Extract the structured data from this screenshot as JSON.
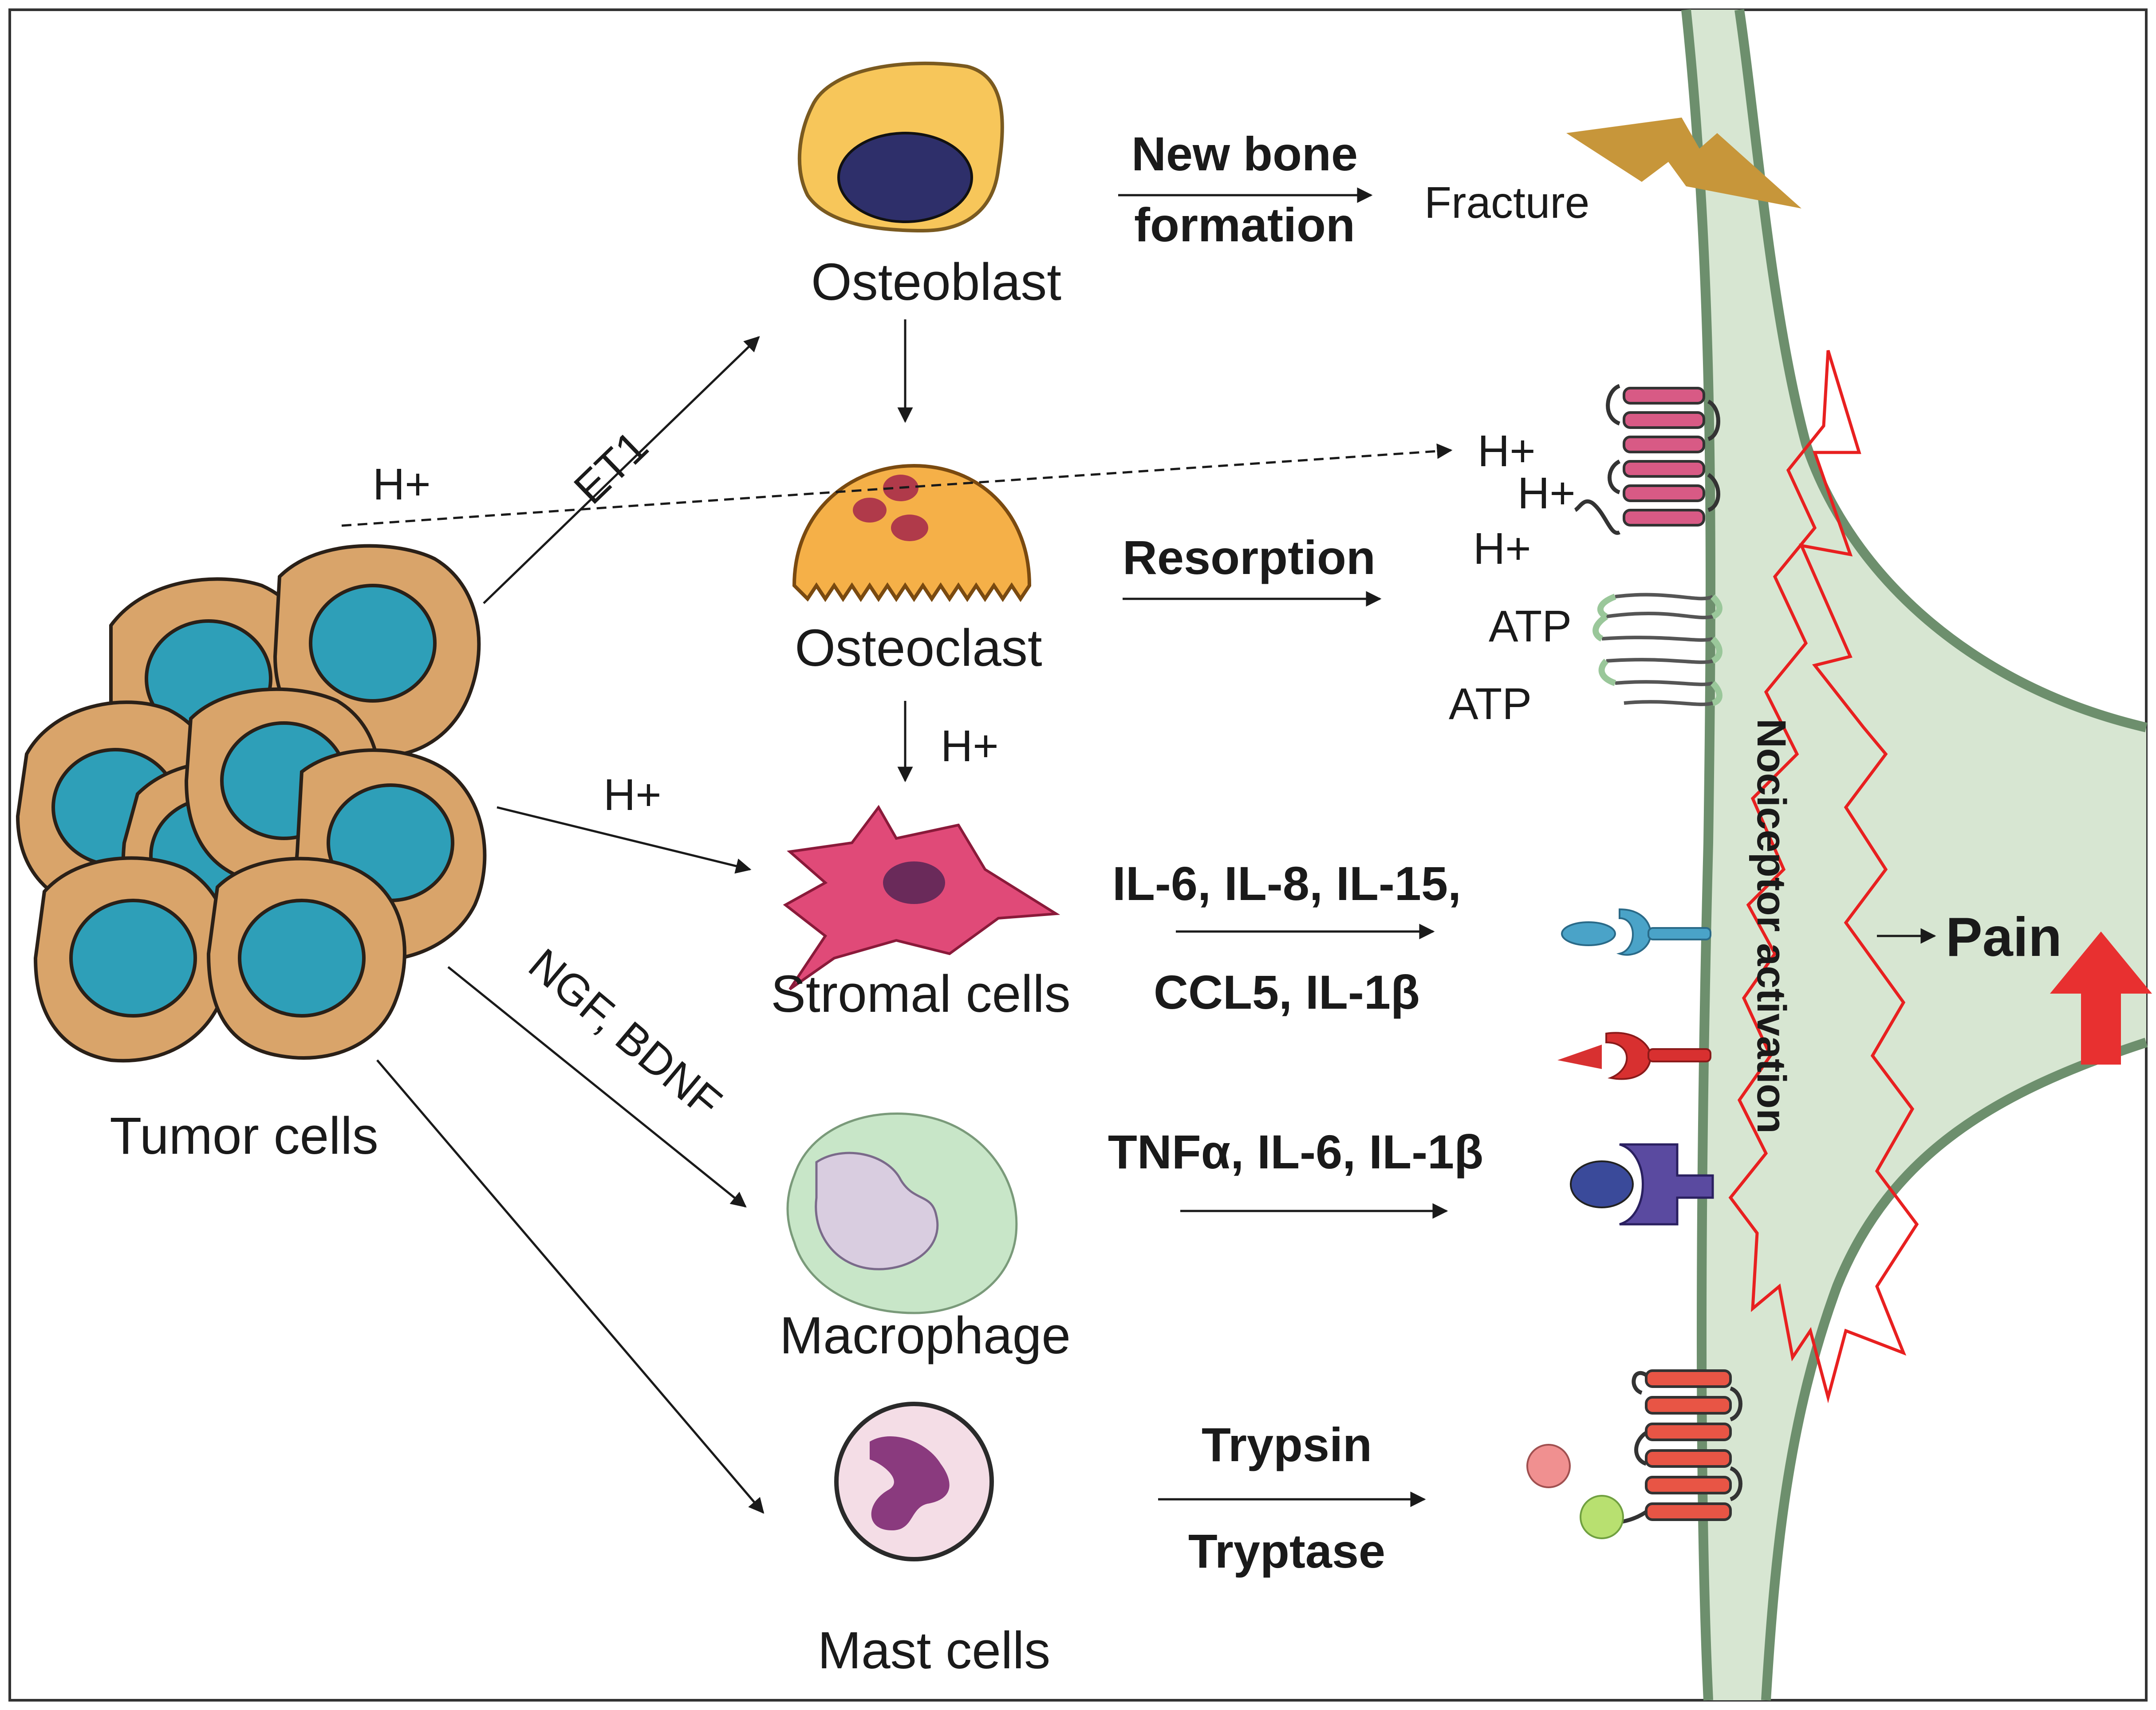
{
  "colors": {
    "tumor_body": "#d9a46a",
    "tumor_nucleus": "#2e9fb8",
    "osteoblast": "#f7c65a",
    "osteoclast": "#f5b048",
    "stromal": "#e04a78",
    "macrophage": "#c8e6c8",
    "mast": "#f4dde6",
    "mast_nucleus": "#8a3a7e",
    "nociceptor_fill": "#d7e6d2",
    "nociceptor_edge": "#7a9a7a",
    "nociceptor_signal": "#e82020",
    "lightning": "#c7963a",
    "pain_arrow": "#e83030",
    "gpcr_pink": "#d85a85",
    "gpcr_red": "#e85545",
    "channel_green": "#9ac79a",
    "receptor_blue": "#4aa3c8",
    "receptor_red": "#d83030",
    "receptor_purple": "#5a4aa0"
  },
  "icons": [
    "tumor-cell-cluster-icon",
    "osteoblast-icon",
    "osteoclast-icon",
    "stromal-cell-icon",
    "macrophage-icon",
    "mast-cell-icon",
    "lightning-bolt-icon",
    "nociceptor-terminal-icon",
    "gpcr-receptor-icon",
    "ion-channel-icon",
    "cytokine-receptor-icon",
    "pain-up-arrow-icon"
  ],
  "cells": {
    "tumor": "Tumor cells",
    "osteoblast": "Osteoblast",
    "osteoclast": "Osteoclast",
    "stromal": "Stromal cells",
    "macrophage": "Macrophage",
    "mast": "Mast cells"
  },
  "pathways": {
    "et1": "ET1",
    "h_plus_top": "H+",
    "h_plus_stromal": "H+",
    "h_plus_osteoclast": "H+",
    "ngf_bdnf": "NGF, BDNF",
    "new_bone_line1": "New bone",
    "new_bone_line2": "formation",
    "fracture": "Fracture",
    "resorption": "Resorption",
    "stromal_mediators_line1": "IL-6, IL-8, IL-15,",
    "stromal_mediators_line2": "CCL5, IL-1β",
    "macrophage_mediators": "TNFα, IL-6, IL-1β",
    "mast_mediator_1": "Trypsin",
    "mast_mediator_2": "Tryptase"
  },
  "stimuli": {
    "h1": "H+",
    "h2": "H+",
    "h3": "H+",
    "atp1": "ATP",
    "atp2": "ATP"
  },
  "outcome": {
    "nociceptor_activation": "Nociceptor activation",
    "pain": "Pain"
  }
}
